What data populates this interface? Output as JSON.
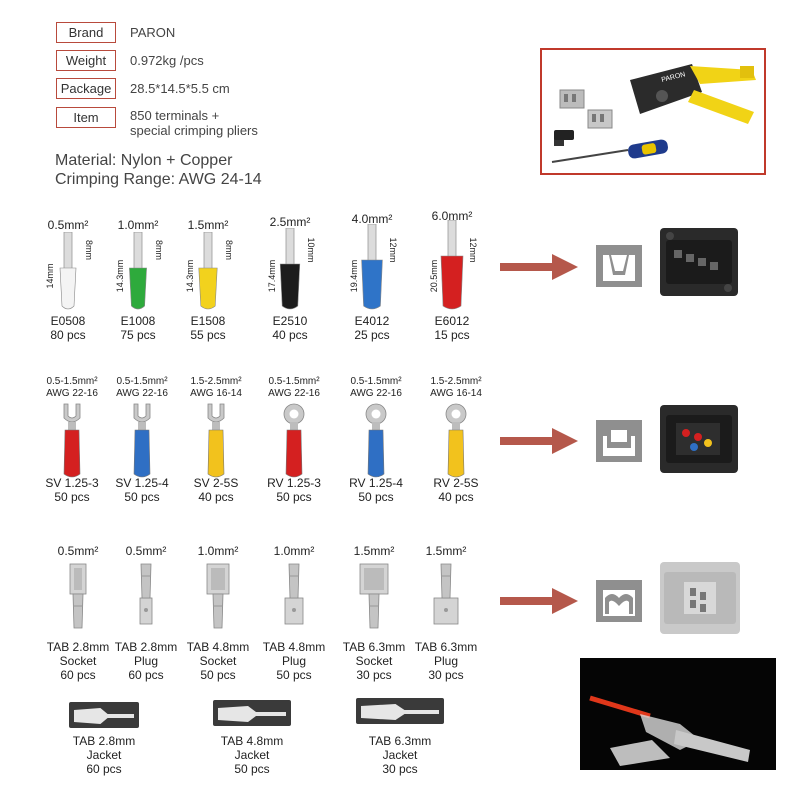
{
  "specs": [
    {
      "label": "Brand",
      "value": "PARON"
    },
    {
      "label": "Weight",
      "value": "0.972kg /pcs"
    },
    {
      "label": "Package",
      "value": "28.5*14.5*5.5 cm"
    },
    {
      "label": "Item",
      "value_line1": "850 terminals +",
      "value_line2": "special crimping pliers"
    }
  ],
  "material": "Material: Nylon + Copper",
  "range": "Crimping Range: AWG 24-14",
  "plier_logo": "PARON",
  "ferrules": [
    {
      "size": "0.5mm²",
      "len_total": "14mm",
      "len_tube": "8mm",
      "code": "E0508",
      "qty": "80 pcs",
      "color": "#f4f4f4"
    },
    {
      "size": "1.0mm²",
      "len_total": "14.3mm",
      "len_tube": "8mm",
      "code": "E1008",
      "qty": "75 pcs",
      "color": "#2eaa3c"
    },
    {
      "size": "1.5mm²",
      "len_total": "14.3mm",
      "len_tube": "8mm",
      "code": "E1508",
      "qty": "55 pcs",
      "color": "#f2d21d"
    },
    {
      "size": "2.5mm²",
      "len_total": "17.4mm",
      "len_tube": "10mm",
      "code": "E2510",
      "qty": "40 pcs",
      "color": "#1c1c1c"
    },
    {
      "size": "4.0mm²",
      "len_total": "19.4mm",
      "len_tube": "12mm",
      "code": "E4012",
      "qty": "25 pcs",
      "color": "#2f74c8"
    },
    {
      "size": "6.0mm²",
      "len_total": "20.5mm",
      "len_tube": "12mm",
      "code": "E6012",
      "qty": "15 pcs",
      "color": "#d42020"
    }
  ],
  "spades": [
    {
      "size": "0.5-1.5mm²",
      "awg": "AWG 22-16",
      "code": "SV 1.25-3",
      "qty": "50 pcs",
      "color": "#d42020",
      "kind": "fork"
    },
    {
      "size": "0.5-1.5mm²",
      "awg": "AWG 22-16",
      "code": "SV 1.25-4",
      "qty": "50 pcs",
      "color": "#2f6fc4",
      "kind": "fork"
    },
    {
      "size": "1.5-2.5mm²",
      "awg": "AWG 16-14",
      "code": "SV 2-5S",
      "qty": "40 pcs",
      "color": "#f2c21d",
      "kind": "fork"
    },
    {
      "size": "0.5-1.5mm²",
      "awg": "AWG 22-16",
      "code": "RV 1.25-3",
      "qty": "50 pcs",
      "color": "#d42020",
      "kind": "ring"
    },
    {
      "size": "0.5-1.5mm²",
      "awg": "AWG 22-16",
      "code": "RV 1.25-4",
      "qty": "50 pcs",
      "color": "#2f6fc4",
      "kind": "ring"
    },
    {
      "size": "1.5-2.5mm²",
      "awg": "AWG 16-14",
      "code": "RV 2-5S",
      "qty": "40 pcs",
      "color": "#f2c21d",
      "kind": "ring"
    }
  ],
  "tabs": [
    {
      "size": "0.5mm²",
      "line1": "TAB 2.8mm",
      "line2": "Socket",
      "qty": "60 pcs",
      "kind": "socket"
    },
    {
      "size": "0.5mm²",
      "line1": "TAB 2.8mm",
      "line2": "Plug",
      "qty": "60 pcs",
      "kind": "plug"
    },
    {
      "size": "1.0mm²",
      "line1": "TAB 4.8mm",
      "line2": "Socket",
      "qty": "50 pcs",
      "kind": "socket"
    },
    {
      "size": "1.0mm²",
      "line1": "TAB 4.8mm",
      "line2": "Plug",
      "qty": "50 pcs",
      "kind": "plug"
    },
    {
      "size": "1.5mm²",
      "line1": "TAB 6.3mm",
      "line2": "Socket",
      "qty": "30 pcs",
      "kind": "socket"
    },
    {
      "size": "1.5mm²",
      "line1": "TAB 6.3mm",
      "line2": "Plug",
      "qty": "30 pcs",
      "kind": "plug"
    }
  ],
  "jackets": [
    {
      "line1": "TAB 2.8mm",
      "line2": "Jacket",
      "qty": "60 pcs"
    },
    {
      "line1": "TAB 4.8mm",
      "line2": "Jacket",
      "qty": "50 pcs"
    },
    {
      "line1": "TAB 6.3mm",
      "line2": "Jacket",
      "qty": "30 pcs"
    }
  ],
  "colors": {
    "accent": "#b84a3c",
    "arrow": "#b5584b",
    "die_icon": "#8f8f8f",
    "photo_border": "#c0392b"
  }
}
